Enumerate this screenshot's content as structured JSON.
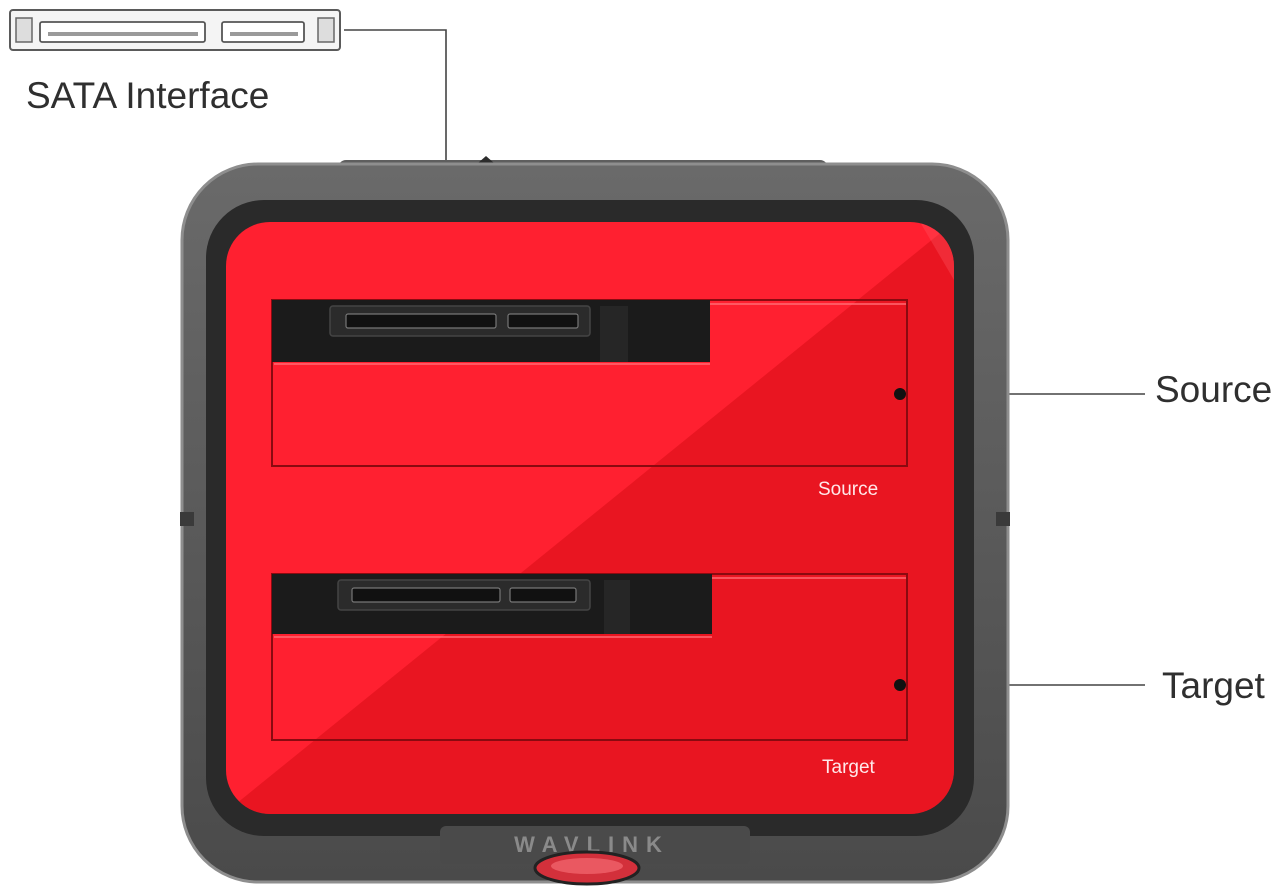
{
  "callouts": {
    "sata_interface": "SATA Interface",
    "source": "Source",
    "target": "Target"
  },
  "bay_labels": {
    "source": "Source",
    "target": "Target"
  },
  "brand": "WAVLINK",
  "colors": {
    "shell": "#545454",
    "shell_rim": "#8e8e8e",
    "bezel": "#2a2a2a",
    "face": "#ff2030",
    "face_shade": "#d70c15",
    "slot": "#1a1a1a",
    "leader": "#444444"
  }
}
